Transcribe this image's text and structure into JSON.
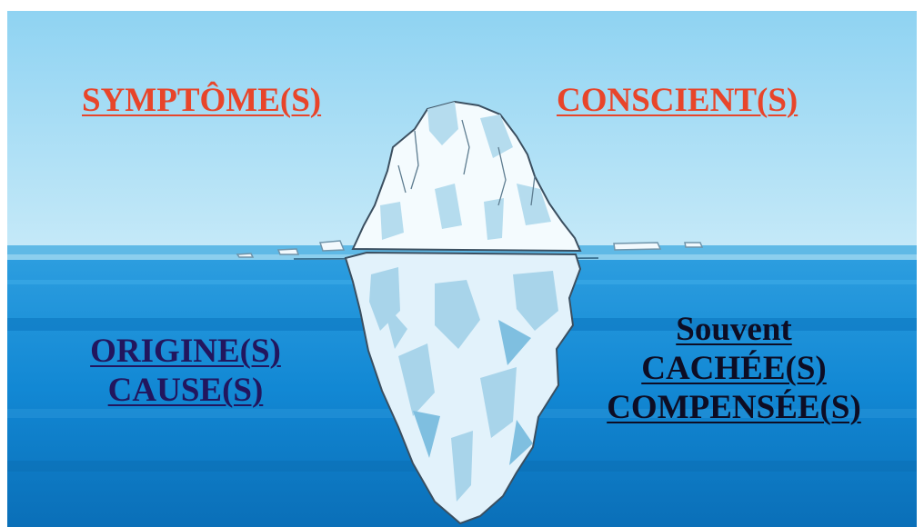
{
  "labels": {
    "top_left": "SYMPTÔME(S)",
    "top_right": "CONSCIENT(S)",
    "bottom_left": [
      "ORIGINE(S)",
      "CAUSE(S)"
    ],
    "bottom_right": [
      "Souvent",
      "CACHÉE(S)",
      "COMPENSÉE(S)"
    ]
  },
  "colors": {
    "sky_top": "#8fd3f2",
    "sky_bottom": "#bfe7f8",
    "water_surface": "#5fb9e6",
    "water_deep": "#0a77c4",
    "above_text": "#e8452a",
    "below_left_text": "#22165e",
    "below_right_text": "#0d0d24",
    "ice_light": "#f4fbfe",
    "ice_shade": "#a9d6ea",
    "ice_outline": "#3b4f60"
  }
}
